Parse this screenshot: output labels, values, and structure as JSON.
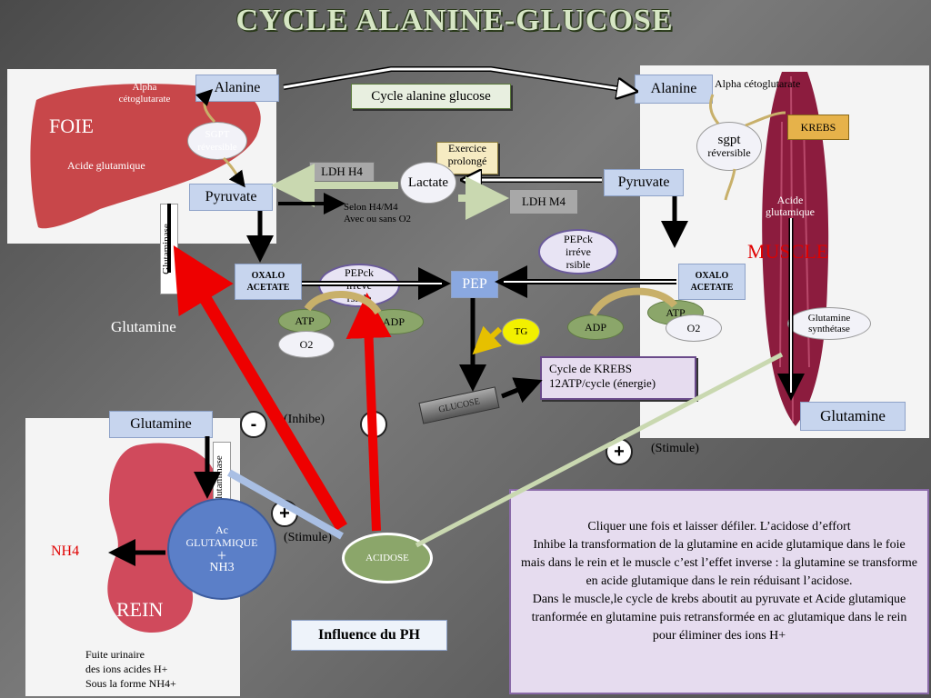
{
  "title": "CYCLE  ALANINE-GLUCOSE",
  "liver": {
    "organ_label": "FOIE",
    "alpha_ketoglutarate": "Alpha\ncétoglutarate",
    "acide_glutamique": "Acide glutamique",
    "alanine": "Alanine",
    "sgpt": "SGPT\nréversible",
    "pyruvate": "Pyruvate",
    "ldh_h4": "LDH H4",
    "lactate": "Lactate",
    "selon": "Selon H4/M4\nAvec ou sans O2",
    "oxalo": "OXALO\nACETATE",
    "pepck": "PEPck\nirréve\nrsible",
    "atp": "ATP",
    "adp": "ADP",
    "o2": "O2",
    "glutamine": "Glutamine",
    "glutaminase": "Glutaminase"
  },
  "center": {
    "cycle_label": "Cycle alanine glucose",
    "exercice": "Exercice\nprolongé",
    "ldh_m4": "LDH M4",
    "pep": "PEP",
    "tg": "TG",
    "glucose": "GLUCOSE",
    "krebs_cycle": "Cycle de KREBS\n12ATP/cycle (énergie)",
    "inhibe": "(Inhibe)",
    "stimule": "(Stimule)",
    "acidose": "ACIDOSE",
    "influence": "Influence du PH",
    "minus": "-",
    "plus": "+"
  },
  "muscle": {
    "organ_label": "MUSCLE",
    "alanine": "Alanine",
    "alpha_ketoglutarate": "Alpha cétoglutarate",
    "krebs": "KREBS",
    "sgpt": "sgpt",
    "sgpt_rev": "réversible",
    "acide_glutamique": "Acide\nglutamique",
    "pyruvate": "Pyruvate",
    "pepck": "PEPck\nirréve\nrsible",
    "oxalo": "OXALO\nACETATE",
    "adp": "ADP",
    "atp": "ATP",
    "o2": "O2",
    "glutamine_synthetase": "Glutamine\nsynthétase",
    "glutamine": "Glutamine"
  },
  "kidney": {
    "organ_label": "REIN",
    "glutamine": "Glutamine",
    "glutaminase": "Glutaminase",
    "ac_glutamique": "Ac\nGLUTAMIQUE",
    "plus": "+",
    "nh3": "NH3",
    "nh4": "NH4",
    "stimule": "(Stimule)",
    "fuite": "Fuite urinaire\ndes ions acides H+\nSous la forme NH4+"
  },
  "explanation": {
    "line1": "Cliquer une fois et  laisser défiler.  L’acidose  d’effort",
    "body": "Inhibe la transformation de la glutamine en acide glutamique dans le foie  mais dans le rein et le muscle c’est l’effet inverse : la glutamine  se transforme en acide glutamique  dans le rein réduisant l’acidose.\nDans le muscle,le cycle de krebs aboutit au pyruvate  et Acide glutamique tranformée en glutamine puis retransformée en ac glutamique dans le rein pour éliminer des ions H+"
  },
  "colors": {
    "liver": "#c8474a",
    "kidney": "#d04a5c",
    "muscle": "#8c1c3e",
    "red_arrow": "#ee0000",
    "box_blue": "#c7d5ee",
    "panel_purple": "#e6dcef"
  }
}
